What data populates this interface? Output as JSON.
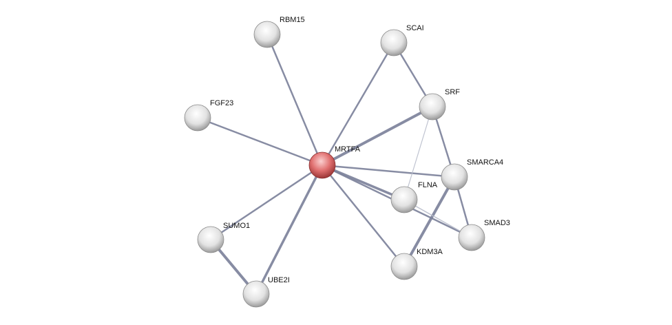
{
  "network": {
    "query_node": "MRTFA",
    "colors": {
      "query": "#e07070",
      "node": "#e8e8e8",
      "edge": "#7a7f99"
    },
    "nodes": [
      "MRTFA",
      "RBM15",
      "SCAI",
      "SRF",
      "FGF23",
      "SMARCA4",
      "FLNA",
      "SMAD3",
      "KDM3A",
      "SUMO1",
      "UBE2I"
    ],
    "edges": [
      [
        "MRTFA",
        "RBM15"
      ],
      [
        "MRTFA",
        "SCAI"
      ],
      [
        "MRTFA",
        "SRF"
      ],
      [
        "MRTFA",
        "FGF23"
      ],
      [
        "MRTFA",
        "SMARCA4"
      ],
      [
        "MRTFA",
        "FLNA"
      ],
      [
        "MRTFA",
        "SMAD3"
      ],
      [
        "MRTFA",
        "KDM3A"
      ],
      [
        "MRTFA",
        "SUMO1"
      ],
      [
        "MRTFA",
        "UBE2I"
      ],
      [
        "SCAI",
        "SRF"
      ],
      [
        "SRF",
        "SMARCA4"
      ],
      [
        "SRF",
        "FLNA"
      ],
      [
        "SMARCA4",
        "KDM3A"
      ],
      [
        "SMARCA4",
        "SMAD3"
      ],
      [
        "FLNA",
        "SMAD3"
      ],
      [
        "SUMO1",
        "UBE2I"
      ]
    ]
  }
}
